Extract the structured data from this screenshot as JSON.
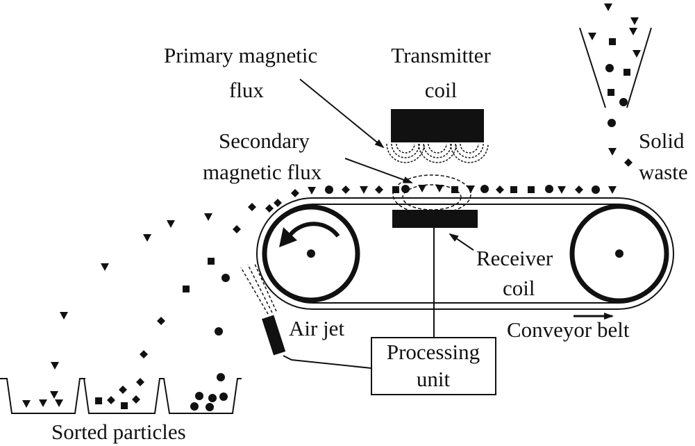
{
  "labels": {
    "primary_flux_1": "Primary magnetic",
    "primary_flux_2": "flux",
    "transmitter_1": "Transmitter",
    "transmitter_2": "coil",
    "secondary_flux_1": "Secondary",
    "secondary_flux_2": "magnetic flux",
    "solid_1": "Solid",
    "solid_2": "waste",
    "receiver_1": "Receiver",
    "receiver_2": "coil",
    "air_jet": "Air jet",
    "conveyor_belt": "Conveyor belt",
    "processing_1": "Processing",
    "processing_2": "unit",
    "sorted_particles": "Sorted particles"
  },
  "colors": {
    "ink": "#111111",
    "paper": "#ffffff"
  }
}
